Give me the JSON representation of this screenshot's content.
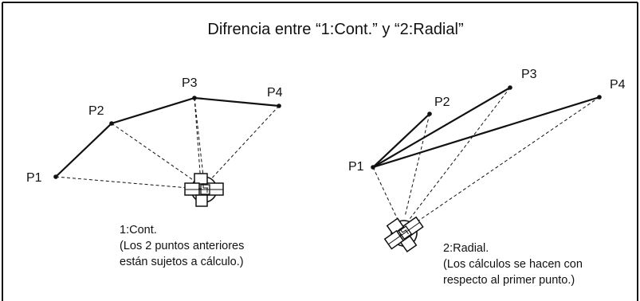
{
  "title": "Difrencia entre  “1:Cont.” y “2:Radial”",
  "left_diagram": {
    "points": [
      {
        "label": "P1"
      },
      {
        "label": "P2"
      },
      {
        "label": "P3"
      },
      {
        "label": "P4"
      }
    ],
    "caption": [
      "1:Cont.",
      "(Los 2 puntos anteriores",
      "están sujetos a cálculo.)"
    ]
  },
  "right_diagram": {
    "points": [
      {
        "label": "P1"
      },
      {
        "label": "P2"
      },
      {
        "label": "P3"
      },
      {
        "label": "P4"
      }
    ],
    "caption": [
      "2:Radial.",
      "(Los cálculos se hacen con",
      "respecto al primer punto.)"
    ]
  },
  "colors": {
    "line": "#111111",
    "background": "#ffffff"
  },
  "icons": {
    "instrument": "total-station-icon"
  }
}
